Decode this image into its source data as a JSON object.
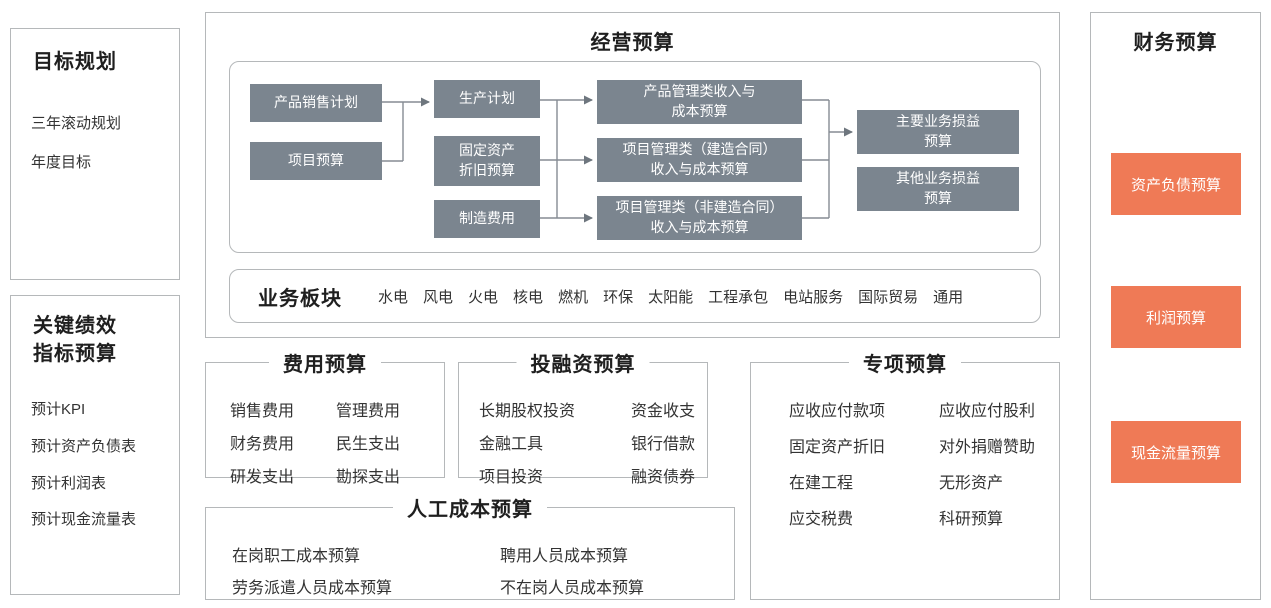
{
  "colors": {
    "box_gray": "#7b858f",
    "accent_orange": "#ef7a56",
    "border_gray": "#b5b8ba"
  },
  "goal_planning": {
    "title": "目标规划",
    "items": [
      "三年滚动规划",
      "年度目标"
    ]
  },
  "kpi_budget": {
    "title_lines": [
      "关键绩效",
      "指标预算"
    ],
    "items": [
      "预计KPI",
      "预计资产负债表",
      "预计利润表",
      "预计现金流量表"
    ]
  },
  "operating_budget": {
    "title": "经营预算",
    "flow_boxes": {
      "product_sales_plan": "产品销售计划",
      "project_budget": "项目预算",
      "production_plan": "生产计划",
      "fixed_asset_depreciation": "固定资产\n折旧预算",
      "manufacturing_expense": "制造费用",
      "product_revenue_cost": "产品管理类收入与\n成本预算",
      "project_construction_revenue_cost": "项目管理类（建造合同）\n收入与成本预算",
      "project_non_construction_revenue_cost": "项目管理类（非建造合同）\n收入与成本预算",
      "main_business_pl": "主要业务损益\n预算",
      "other_business_pl": "其他业务损益\n预算"
    },
    "business_segments": {
      "title": "业务板块",
      "items": [
        "水电",
        "风电",
        "火电",
        "核电",
        "燃机",
        "环保",
        "太阳能",
        "工程承包",
        "电站服务",
        "国际贸易",
        "通用"
      ]
    }
  },
  "expense_budget": {
    "title": "费用预算",
    "items": [
      "销售费用",
      "管理费用",
      "财务费用",
      "民生支出",
      "研发支出",
      "勘探支出"
    ]
  },
  "investment_financing_budget": {
    "title": "投融资预算",
    "items": [
      "长期股权投资",
      "资金收支",
      "金融工具",
      "银行借款",
      "项目投资",
      "融资债券"
    ]
  },
  "special_budget": {
    "title": "专项预算",
    "items": [
      "应收应付款项",
      "应收应付股利",
      "固定资产折旧",
      "对外捐赠赞助",
      "在建工程",
      "无形资产",
      "应交税费",
      "科研预算"
    ]
  },
  "labor_cost_budget": {
    "title": "人工成本预算",
    "items": [
      "在岗职工成本预算",
      "聘用人员成本预算",
      "劳务派遣人员成本预算",
      "不在岗人员成本预算"
    ]
  },
  "financial_budget": {
    "title": "财务预算",
    "items": [
      "资产负债预算",
      "利润预算",
      "现金流量预算"
    ]
  }
}
